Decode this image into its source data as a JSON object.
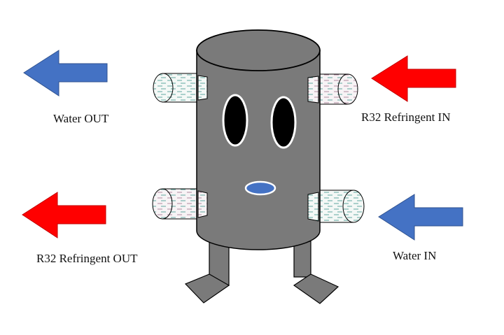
{
  "labels": {
    "water_out": "Water OUT",
    "r32_in": "R32 Refringent IN",
    "r32_out": "R32 Refringent OUT",
    "water_in": "Water IN"
  },
  "colors": {
    "water_arrow": "#4472c4",
    "refrigerant_arrow": "#ff0000",
    "tank_body": "#7a7a7a",
    "tank_outline": "#000000",
    "eye": "#000000",
    "mouth": "#4472c4",
    "pipe_fill": "#f4f8f6",
    "pipe_dashes_water": "#5fa7a0",
    "pipe_dashes_refrigerant": "#b08aa0"
  },
  "icons": {
    "water_out_arrow": "arrow-left",
    "r32_in_arrow": "arrow-left",
    "r32_out_arrow": "arrow-left",
    "water_in_arrow": "arrow-left"
  }
}
